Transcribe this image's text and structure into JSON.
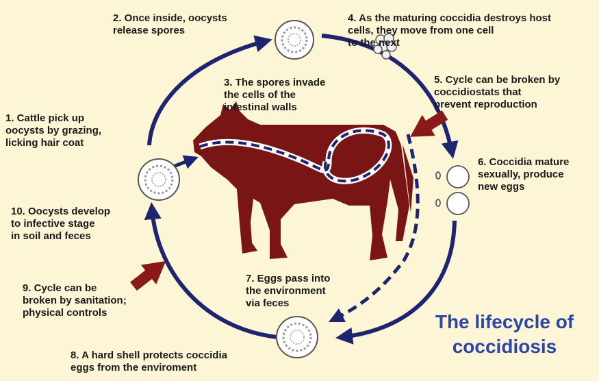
{
  "colors": {
    "background": "#fdf6d6",
    "cycle_arrow": "#1f2470",
    "intervention_arrow": "#8a1a1a",
    "cow": "#7a1516",
    "title": "#2d45a6"
  },
  "title": "The lifecycle of\ncoccidiosis",
  "steps": [
    {
      "label": "1. Cattle pick up\noocysts by grazing,\nlicking hair coat"
    },
    {
      "label": "2. Once inside, oocysts\nrelease spores"
    },
    {
      "label": "3. The spores invade\nthe cells of the\nintestinal walls"
    },
    {
      "label": "4. As the maturing coccidia destroys host\ncells, they move from one cell\nto the next"
    },
    {
      "label": "5. Cycle can be broken by\ncoccidiostats that\nprevent reproduction"
    },
    {
      "label": "6. Coccidia mature\nsexually, produce\nnew eggs"
    },
    {
      "label": "7. Eggs pass into\nthe environment\nvia feces"
    },
    {
      "label": "8. A hard shell protects coccidia\neggs from the enviroment"
    },
    {
      "label": "9. Cycle can be\nbroken by sanitation;\nphysical controls"
    },
    {
      "label": "10. Oocysts develop\nto infective stage\nin soil and feces"
    }
  ]
}
